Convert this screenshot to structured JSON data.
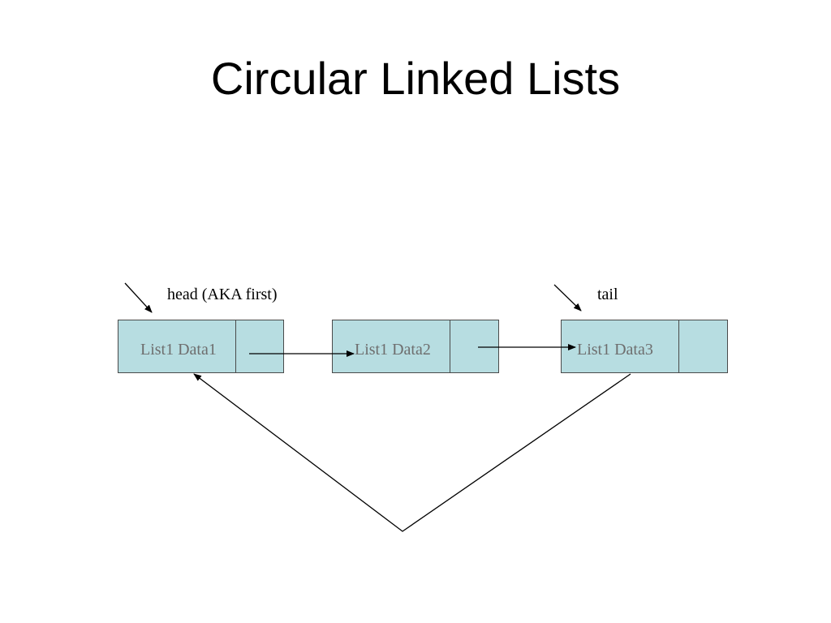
{
  "slide": {
    "title": "Circular Linked Lists"
  },
  "pointers": {
    "head_label": "head (AKA first)",
    "tail_label": "tail"
  },
  "nodes": [
    {
      "data": "List1 Data1"
    },
    {
      "data": "List1 Data2"
    },
    {
      "data": "List1 Data3"
    }
  ],
  "colors": {
    "node_fill": "#b7dde1",
    "node_border": "#4a4a4a",
    "node_text": "#6e6e6e",
    "arrow": "#000000"
  }
}
